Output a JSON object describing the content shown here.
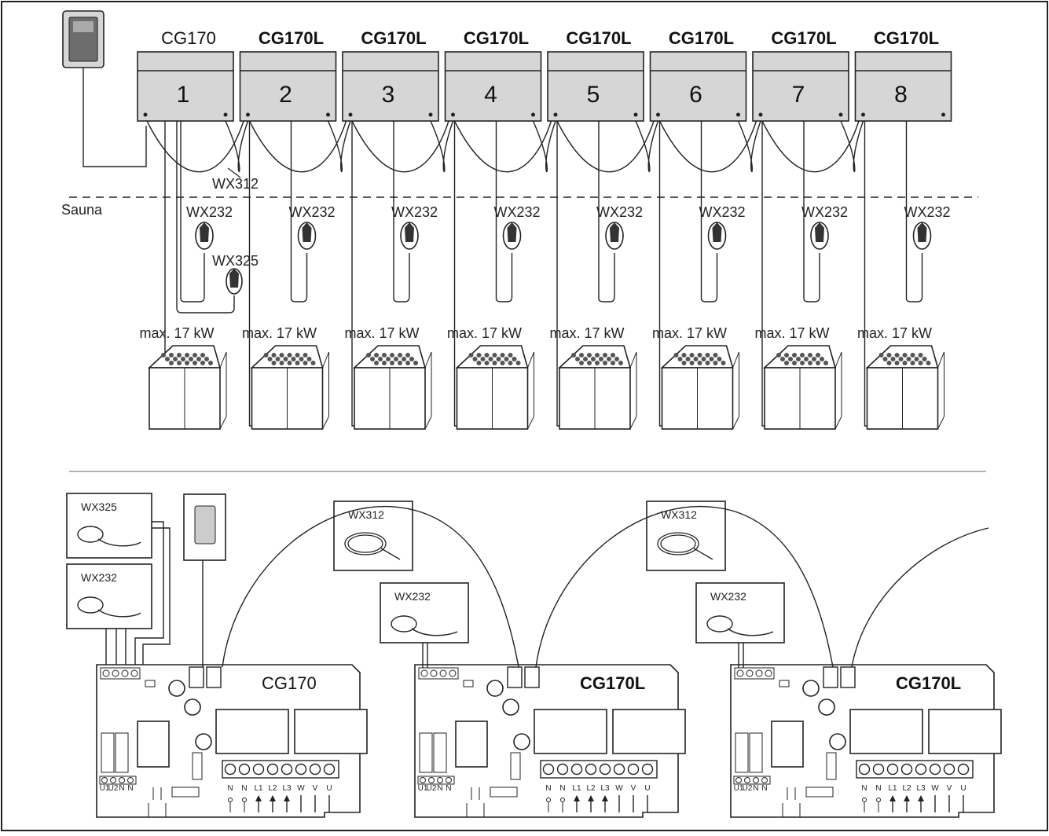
{
  "controller_units": [
    {
      "model": "CG170",
      "number": "1",
      "bold": false
    },
    {
      "model": "CG170L",
      "number": "2",
      "bold": true
    },
    {
      "model": "CG170L",
      "number": "3",
      "bold": true
    },
    {
      "model": "CG170L",
      "number": "4",
      "bold": true
    },
    {
      "model": "CG170L",
      "number": "5",
      "bold": true
    },
    {
      "model": "CG170L",
      "number": "6",
      "bold": true
    },
    {
      "model": "CG170L",
      "number": "7",
      "bold": true
    },
    {
      "model": "CG170L",
      "number": "8",
      "bold": true
    }
  ],
  "cable_label": "WX312",
  "zone_label": "Sauna",
  "sensor_label": "WX232",
  "extra_sensor_label": "WX325",
  "heater_power": "max. 17 kW",
  "boards": [
    {
      "title": "CG170",
      "bold": false,
      "sensors": [
        "WX325",
        "WX232"
      ]
    },
    {
      "title": "CG170L",
      "bold": true,
      "sensors": [
        "WX232"
      ]
    },
    {
      "title": "CG170L",
      "bold": true,
      "sensors": [
        "WX232"
      ]
    }
  ],
  "link_cables": [
    "WX312",
    "WX312"
  ],
  "terminal_labels": [
    "N",
    "N",
    "L1",
    "L2",
    "L3",
    "W",
    "V",
    "U"
  ],
  "small_terminal_labels": [
    "U1",
    "U2",
    "N",
    "N"
  ],
  "colors": {
    "unit_fill": "#d6d6d6",
    "line": "#222222",
    "background": "#ffffff"
  }
}
